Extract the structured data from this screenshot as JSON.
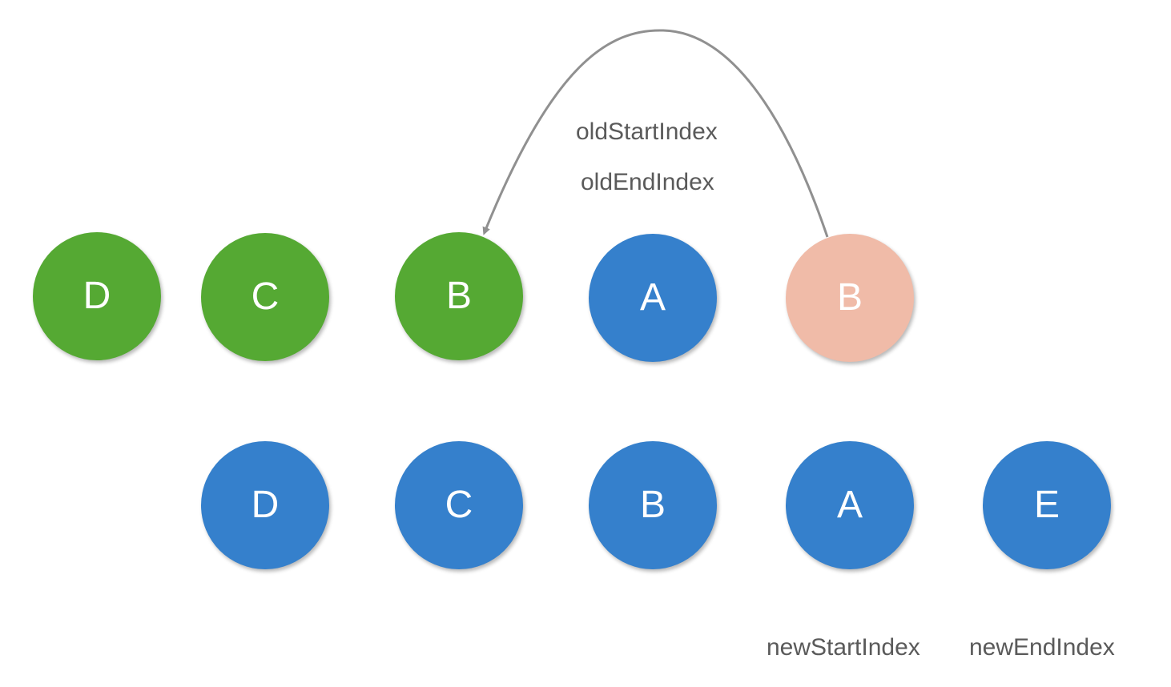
{
  "colors": {
    "processed": "#55a933",
    "pending": "#3580cc",
    "moved": "#f0bba8",
    "arrow": "#909090",
    "label_text": "#5a5a5a"
  },
  "old_vnodes": [
    {
      "letter": "D",
      "state": "processed"
    },
    {
      "letter": "C",
      "state": "processed"
    },
    {
      "letter": "B",
      "state": "processed"
    },
    {
      "letter": "A",
      "state": "pending"
    },
    {
      "letter": "B",
      "state": "moved"
    }
  ],
  "new_vnodes": [
    {
      "letter": "D",
      "state": "pending"
    },
    {
      "letter": "C",
      "state": "pending"
    },
    {
      "letter": "B",
      "state": "pending"
    },
    {
      "letter": "A",
      "state": "pending"
    },
    {
      "letter": "E",
      "state": "pending"
    }
  ],
  "labels": {
    "old_start_index": "oldStartIndex",
    "old_end_index": "oldEndIndex",
    "new_start_index": "newStartIndex",
    "new_end_index": "newEndIndex"
  },
  "move_arrow": {
    "from": "old B (moved)",
    "to": "old B (processed)"
  }
}
